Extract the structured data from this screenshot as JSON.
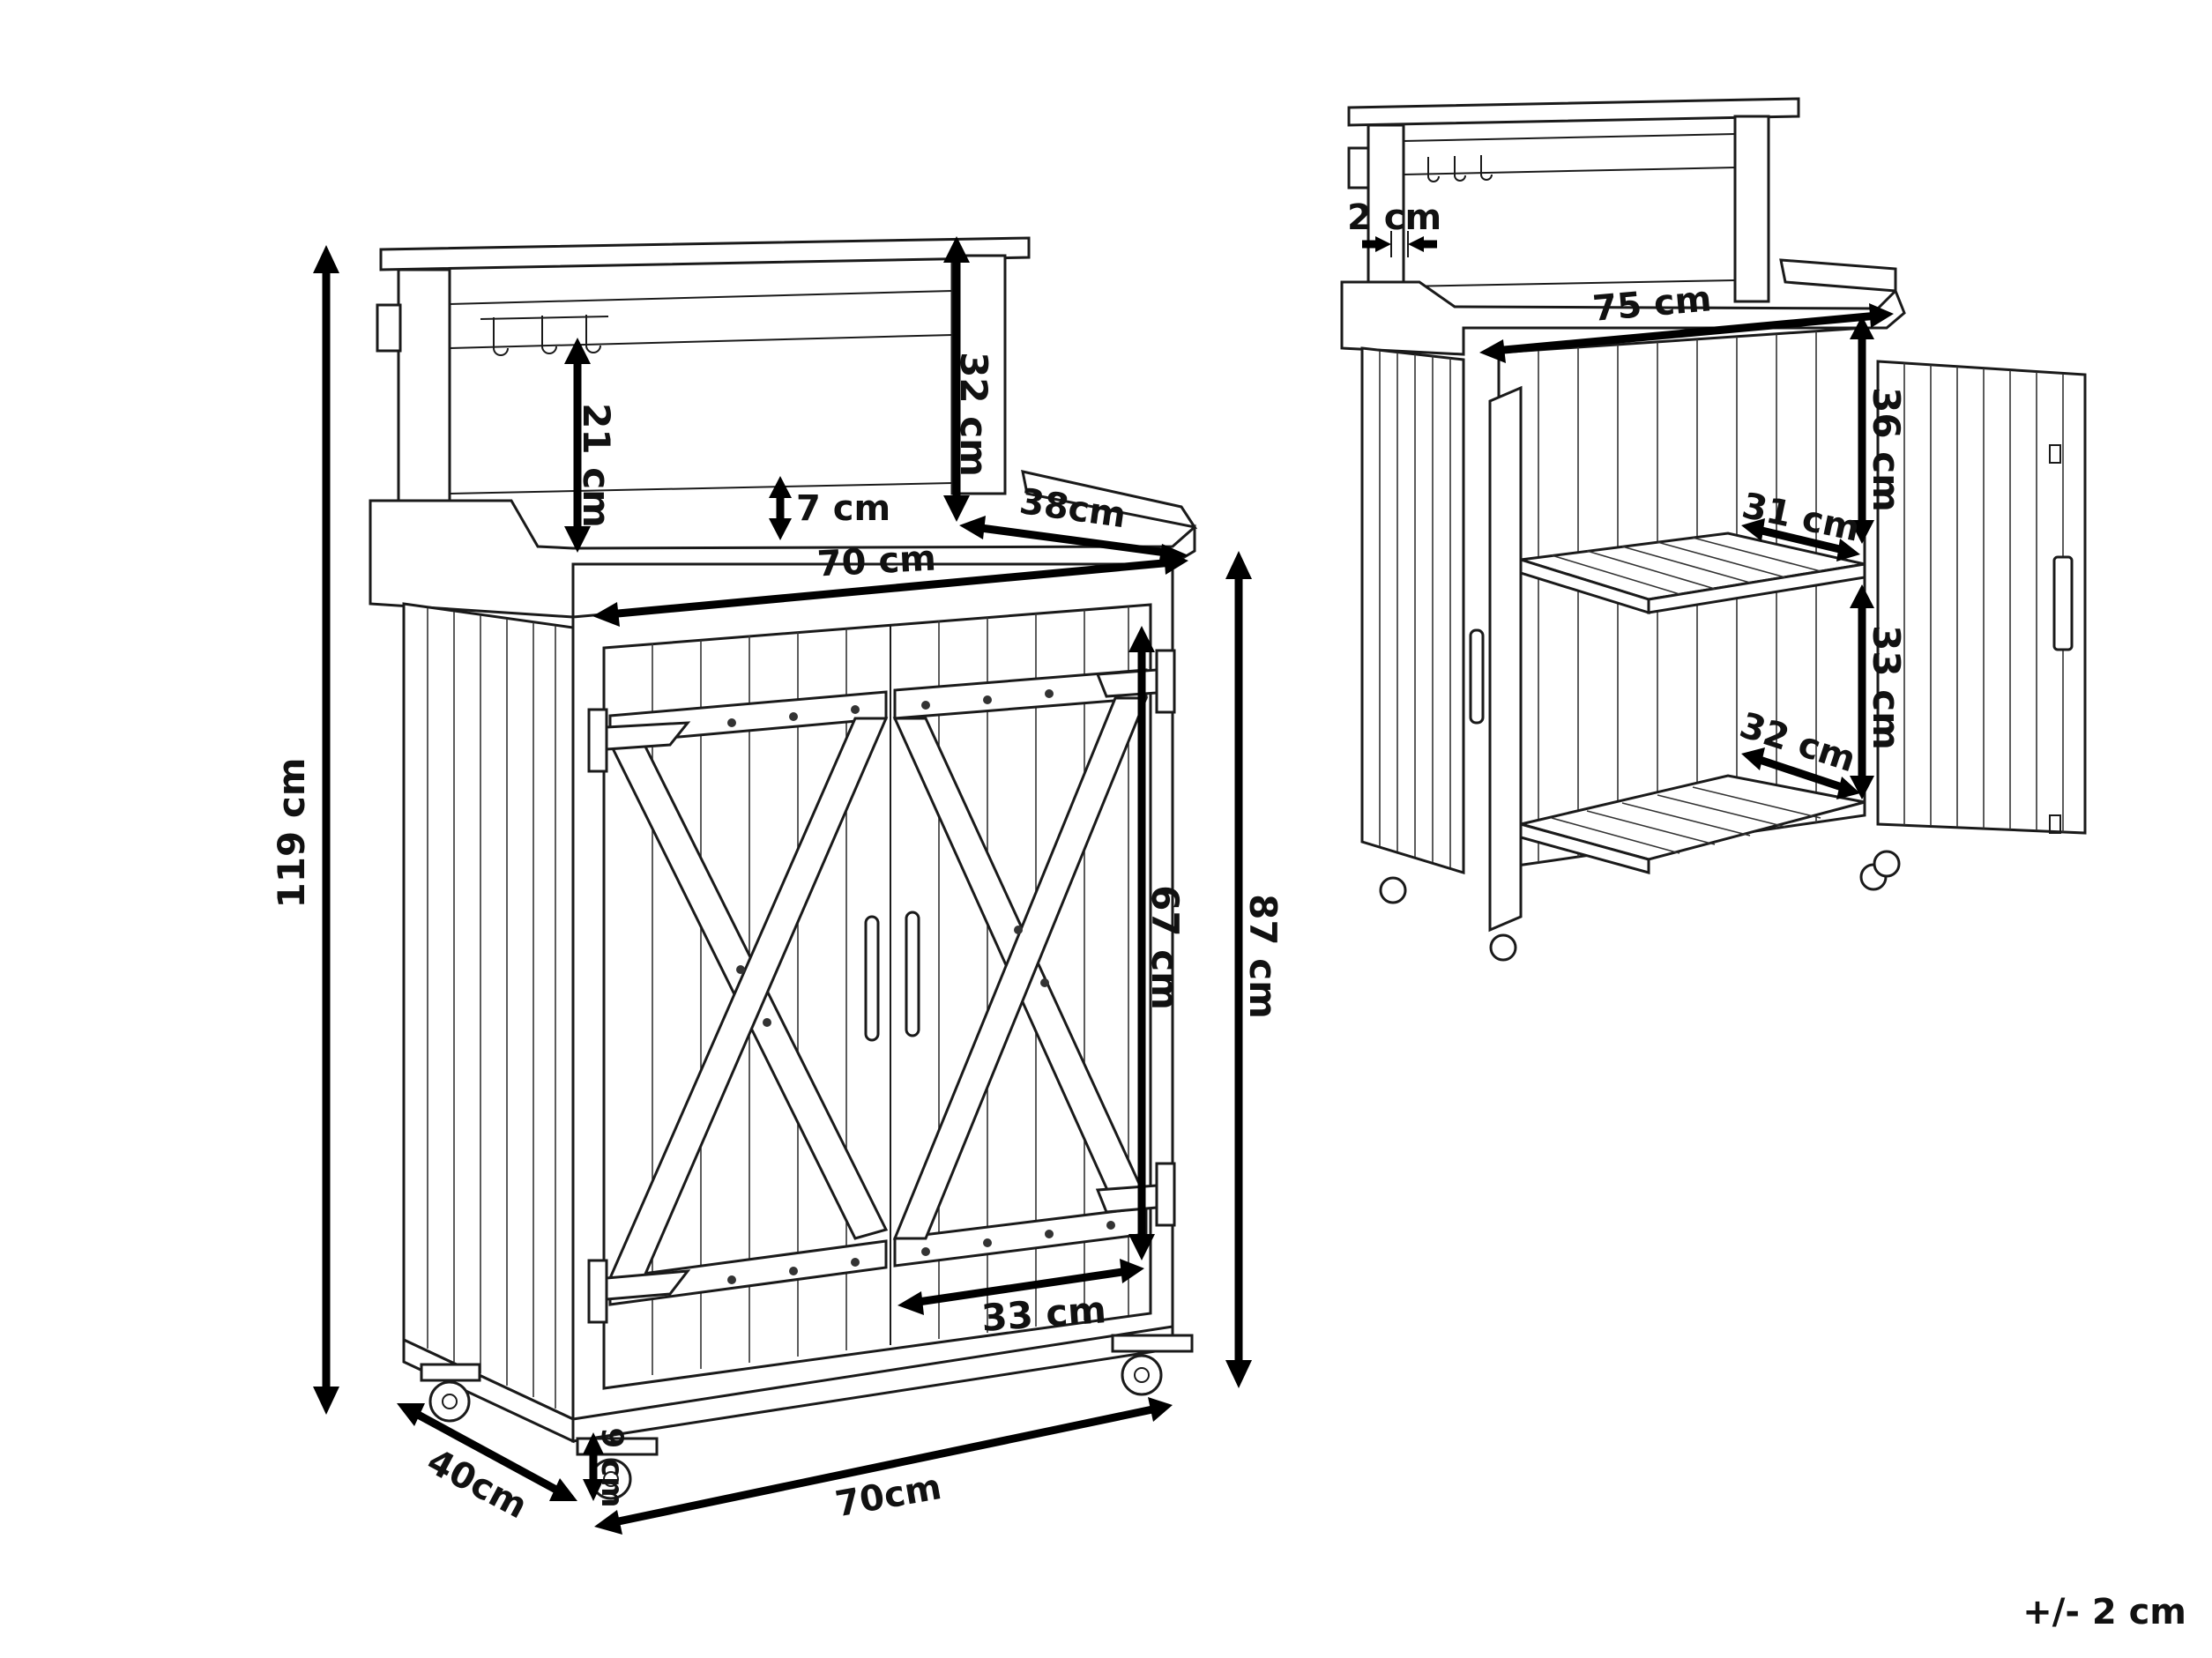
{
  "front_view": {
    "total_height": "119 cm",
    "hutch_height": "32 cm",
    "hook_rail_height": "21 cm",
    "backsplash_height": "7 cm",
    "top_depth": "38cm",
    "top_width": "70 cm",
    "cabinet_height": "87 cm",
    "door_height": "67 cm",
    "door_width": "33 cm",
    "base_depth": "40cm",
    "base_width": "70cm",
    "wheel_height": "9 cm"
  },
  "open_view": {
    "shelf_gap": "2 cm",
    "top_width": "75 cm",
    "upper_height": "36 cm",
    "upper_depth": "31 cm",
    "lower_height": "33 cm",
    "lower_depth": "32 cm"
  },
  "tolerance": "+/- 2 cm"
}
